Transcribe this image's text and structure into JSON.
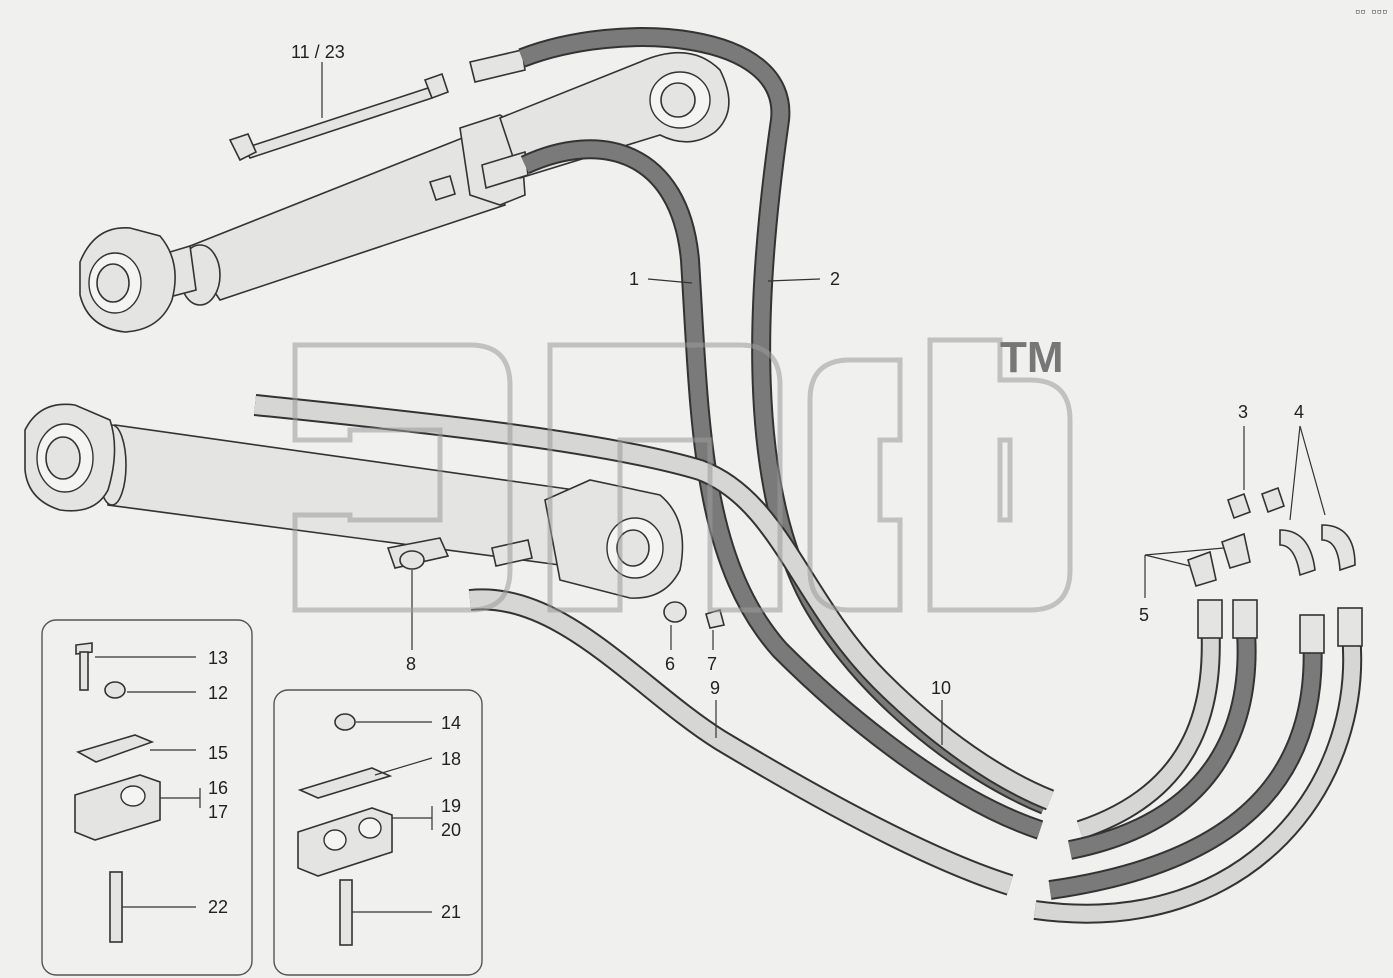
{
  "diagram": {
    "callouts": [
      {
        "id": "c-11-23",
        "text": "11 / 23"
      },
      {
        "id": "c-1",
        "text": "1"
      },
      {
        "id": "c-2",
        "text": "2"
      },
      {
        "id": "c-3",
        "text": "3"
      },
      {
        "id": "c-4",
        "text": "4"
      },
      {
        "id": "c-5",
        "text": "5"
      },
      {
        "id": "c-6",
        "text": "6"
      },
      {
        "id": "c-7",
        "text": "7"
      },
      {
        "id": "c-8",
        "text": "8"
      },
      {
        "id": "c-9",
        "text": "9"
      },
      {
        "id": "c-10",
        "text": "10"
      },
      {
        "id": "c-12",
        "text": "12"
      },
      {
        "id": "c-13",
        "text": "13"
      },
      {
        "id": "c-14",
        "text": "14"
      },
      {
        "id": "c-15",
        "text": "15"
      },
      {
        "id": "c-16",
        "text": "16"
      },
      {
        "id": "c-17",
        "text": "17"
      },
      {
        "id": "c-18",
        "text": "18"
      },
      {
        "id": "c-19",
        "text": "19"
      },
      {
        "id": "c-20",
        "text": "20"
      },
      {
        "id": "c-21",
        "text": "21"
      },
      {
        "id": "c-22",
        "text": "22"
      }
    ],
    "watermark": {
      "trademark": "TM"
    },
    "corner_mark": "▫▫ ▫▫▫",
    "colors": {
      "background": "#f0f0ef",
      "ink": "#333333",
      "hose_dark": "#7a7a7a",
      "hose_light": "#d6d6d4",
      "watermark": "#9a9a9a"
    }
  }
}
